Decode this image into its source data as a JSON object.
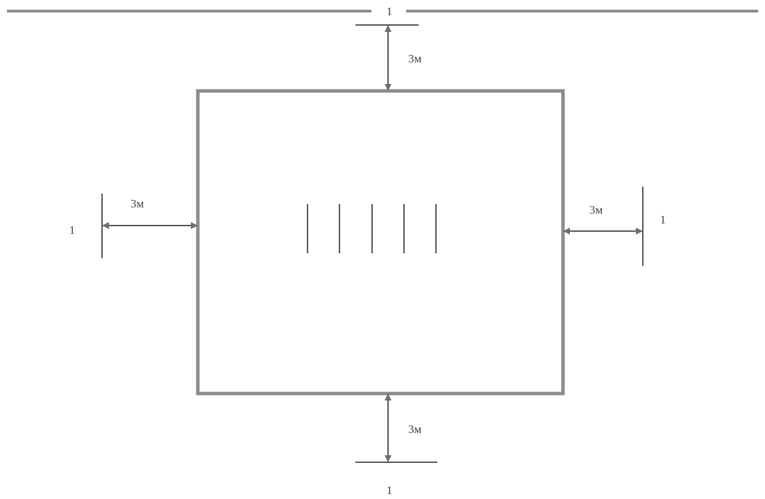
{
  "diagram": {
    "labels": {
      "top_marker": "1",
      "bottom_marker": "1",
      "left_marker": "1",
      "right_marker": "1",
      "top_distance": "3м",
      "bottom_distance": "3м",
      "left_distance": "3м",
      "right_distance": "3м"
    },
    "colors": {
      "frame": "#8c8c8c",
      "arrows": "#555555",
      "text": "#444444"
    }
  }
}
